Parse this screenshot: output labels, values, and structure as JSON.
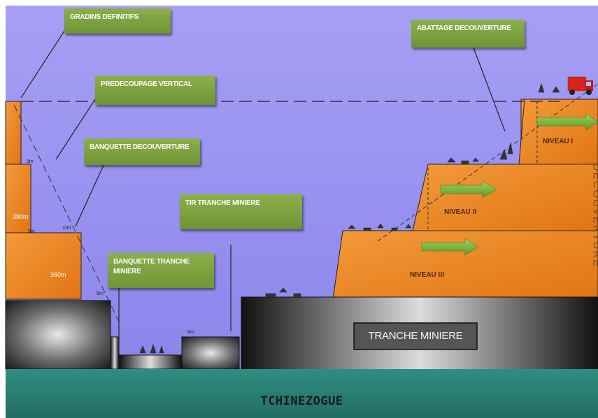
{
  "labels": {
    "gradins": "GRADINS DEFINITIFS",
    "predecoupage": "PREDECOUPAGE VERTICAL",
    "banquette_decouverture": "BANQUETTE DECOUVERTURE",
    "tir_tranche": "TIR TRANCHE MINIERE",
    "banquette_tranche": "BANQUETTE TRANCHE MINIERE",
    "abattage": "ABATTAGE DECOUVERTURE"
  },
  "levels": {
    "niveau1": "NIVEAU I",
    "niveau2": "NIVEAU II",
    "niveau3": "NIVEAU III"
  },
  "altitudes": {
    "a380": "380m",
    "a360": "360m"
  },
  "tranche_miniere": "TRANCHE MINIERE",
  "tchinezogue": "TCHINEZOGUE",
  "decouverture": "DECOUVERTURE",
  "colors": {
    "sky": "#8e86ec",
    "orange": "#e8821c",
    "water": "#2f8a7e",
    "label_green": "#7ba041"
  }
}
